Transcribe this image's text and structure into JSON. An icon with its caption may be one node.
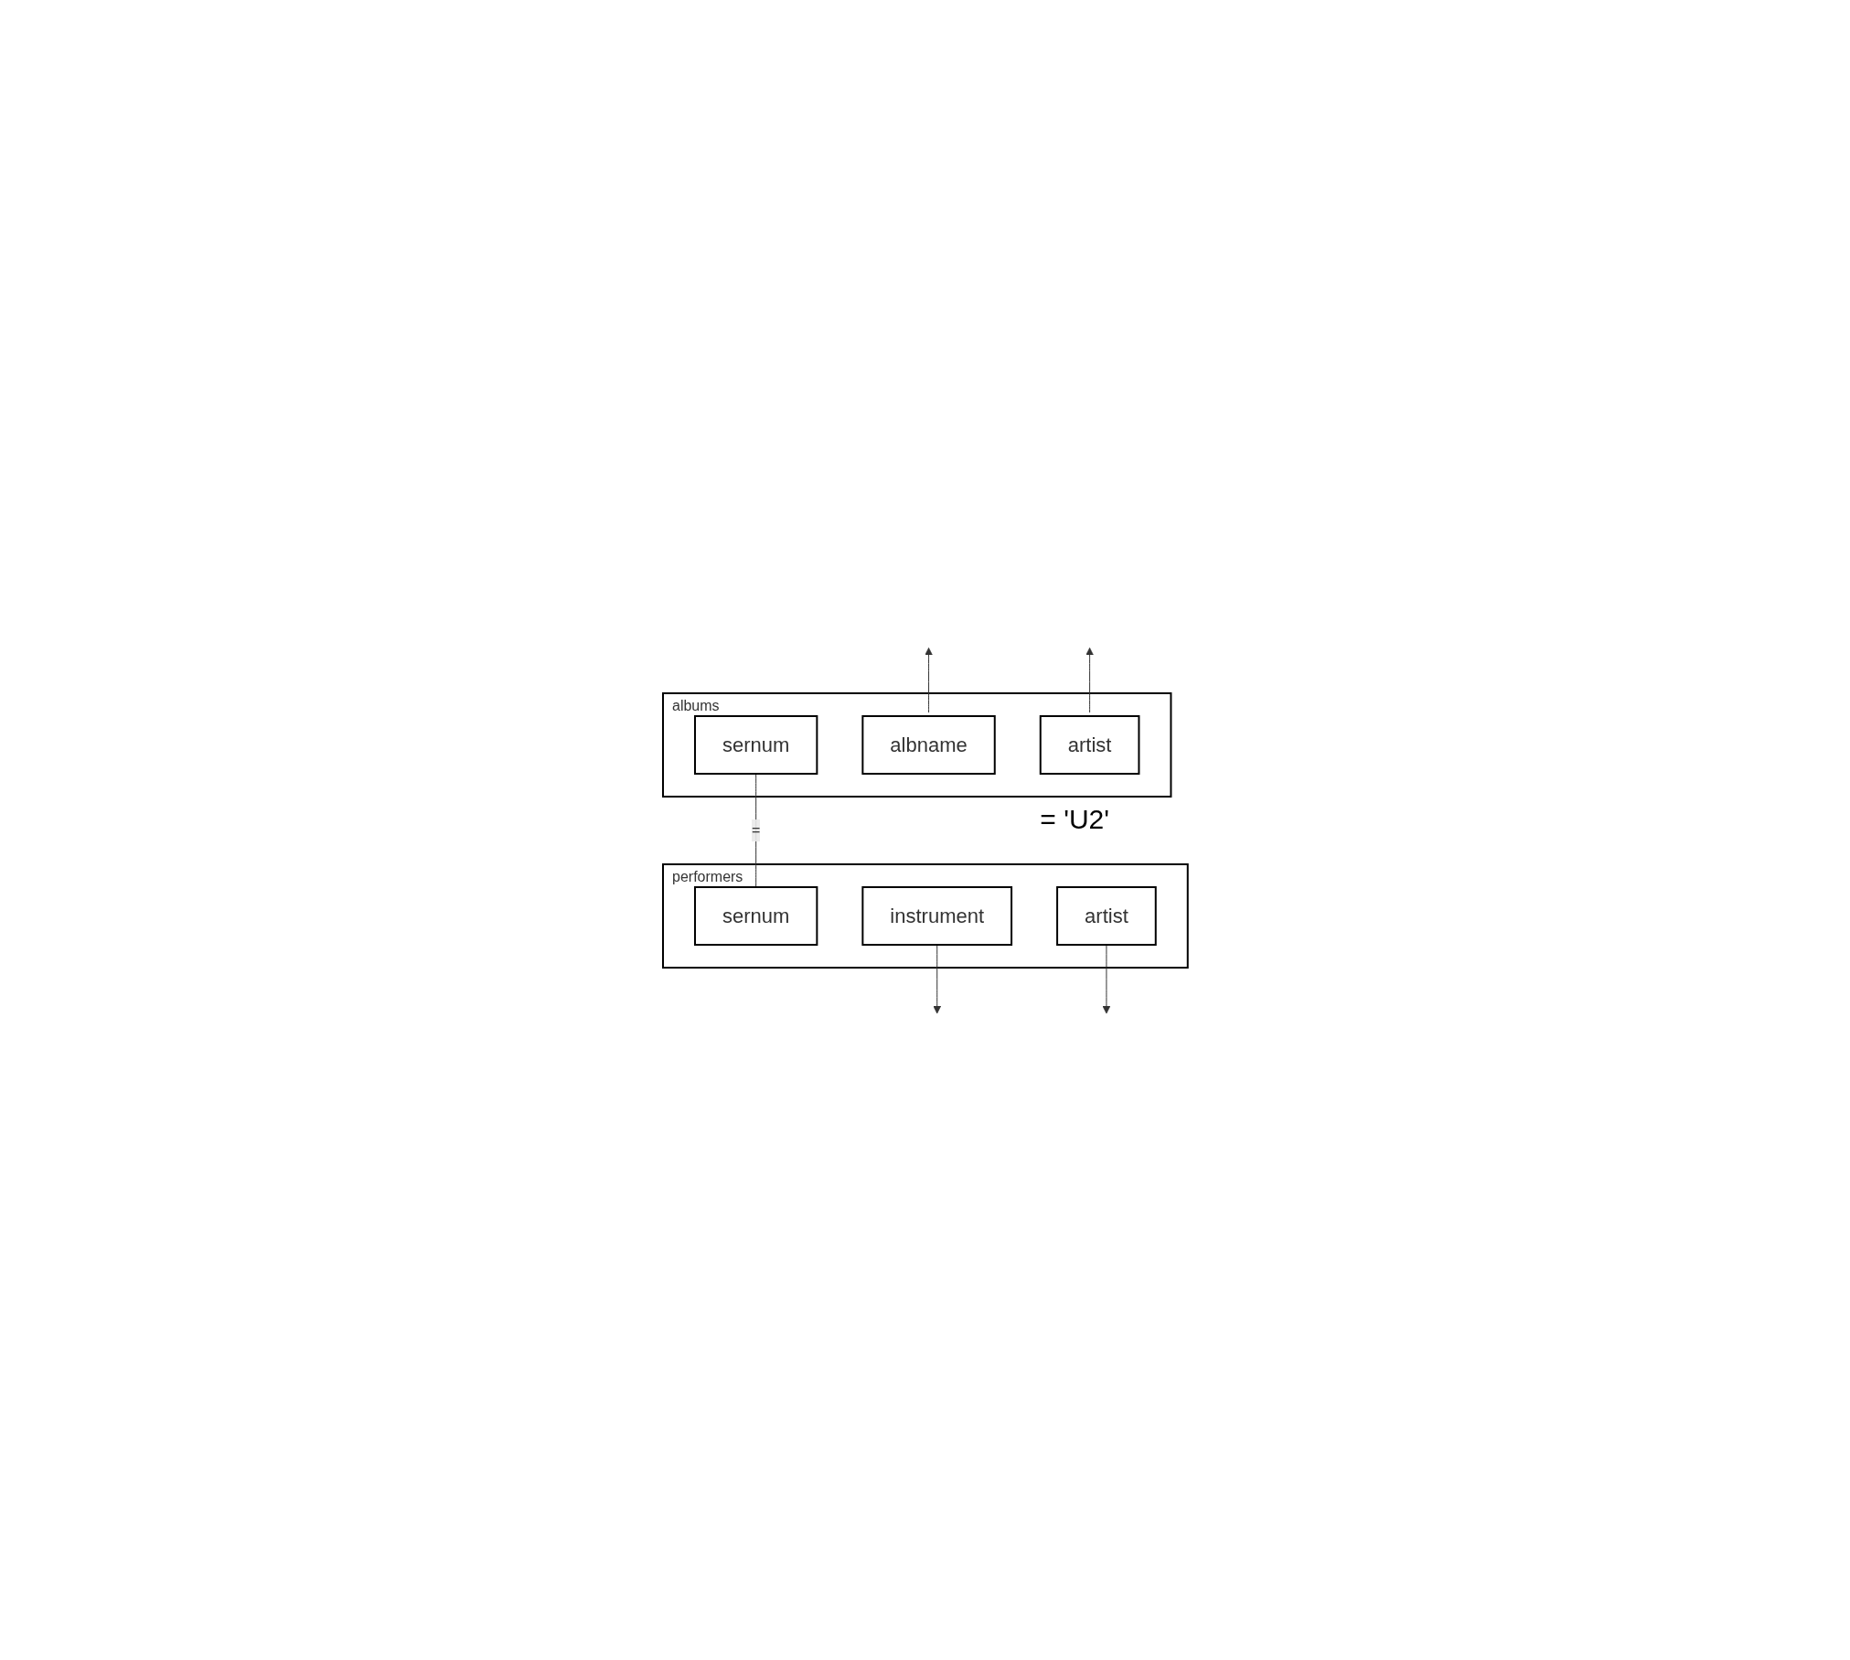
{
  "diagram": {
    "nodes": [
      {
        "text": [
          "albums"
        ]
      },
      {
        "text": [
          "sernum"
        ],
        "in": 0
      },
      {
        "text": [
          "albname"
        ],
        "in": 0
      },
      {
        "text": [
          "artist"
        ],
        "in": 0,
        "beside": [
          "= 'U2'"
        ]
      },
      {
        "text": [
          "performers"
        ]
      },
      {
        "text": [
          "sernum"
        ],
        "in": 4
      },
      {
        "text": [
          "instrument"
        ],
        "in": 4
      },
      {
        "text": [
          "artist"
        ],
        "in": 4
      }
    ],
    "edges": [
      {
        "from": 2,
        "to": null,
        "arrow": "to"
      },
      {
        "from": 3,
        "to": null,
        "arrow": "to"
      },
      {
        "from": 1,
        "to": 5,
        "arrow": "none",
        "label": "="
      },
      {
        "from": 6,
        "to": null,
        "arrow": "to"
      },
      {
        "from": 7,
        "to": null,
        "arrow": "to"
      }
    ]
  }
}
